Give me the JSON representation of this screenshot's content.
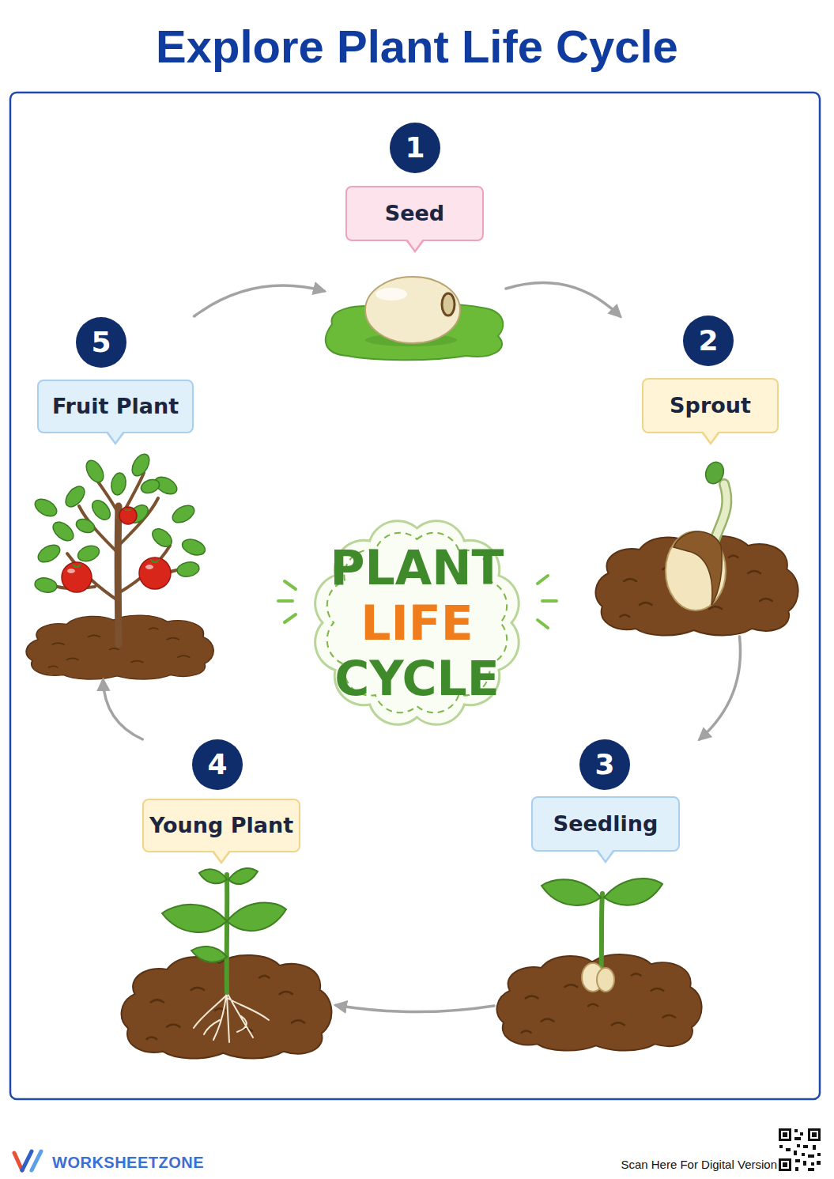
{
  "diagram": {
    "title": "Explore Plant Life Cycle",
    "nodes": [
      {
        "text": [
          "Seed"
        ]
      },
      {
        "text": [
          "Sprout"
        ]
      },
      {
        "text": [
          "Seedling"
        ]
      },
      {
        "text": [
          "Young Plant"
        ]
      },
      {
        "text": [
          "Fruit Plant"
        ]
      },
      {
        "text": [
          "PLANT",
          "LIFE",
          "CYCLE"
        ]
      }
    ],
    "edges": [
      {
        "from": 0,
        "to": 1,
        "arrow": "to"
      },
      {
        "from": 1,
        "to": 2,
        "arrow": "to"
      },
      {
        "from": 2,
        "to": 3,
        "arrow": "to"
      },
      {
        "from": 3,
        "to": 4,
        "arrow": "to"
      },
      {
        "from": 4,
        "to": 0,
        "arrow": "to"
      }
    ],
    "labels": [
      "1",
      "2",
      "3",
      "4",
      "5",
      "WORKSHEETZONE",
      "Scan Here For Digital Version"
    ]
  }
}
